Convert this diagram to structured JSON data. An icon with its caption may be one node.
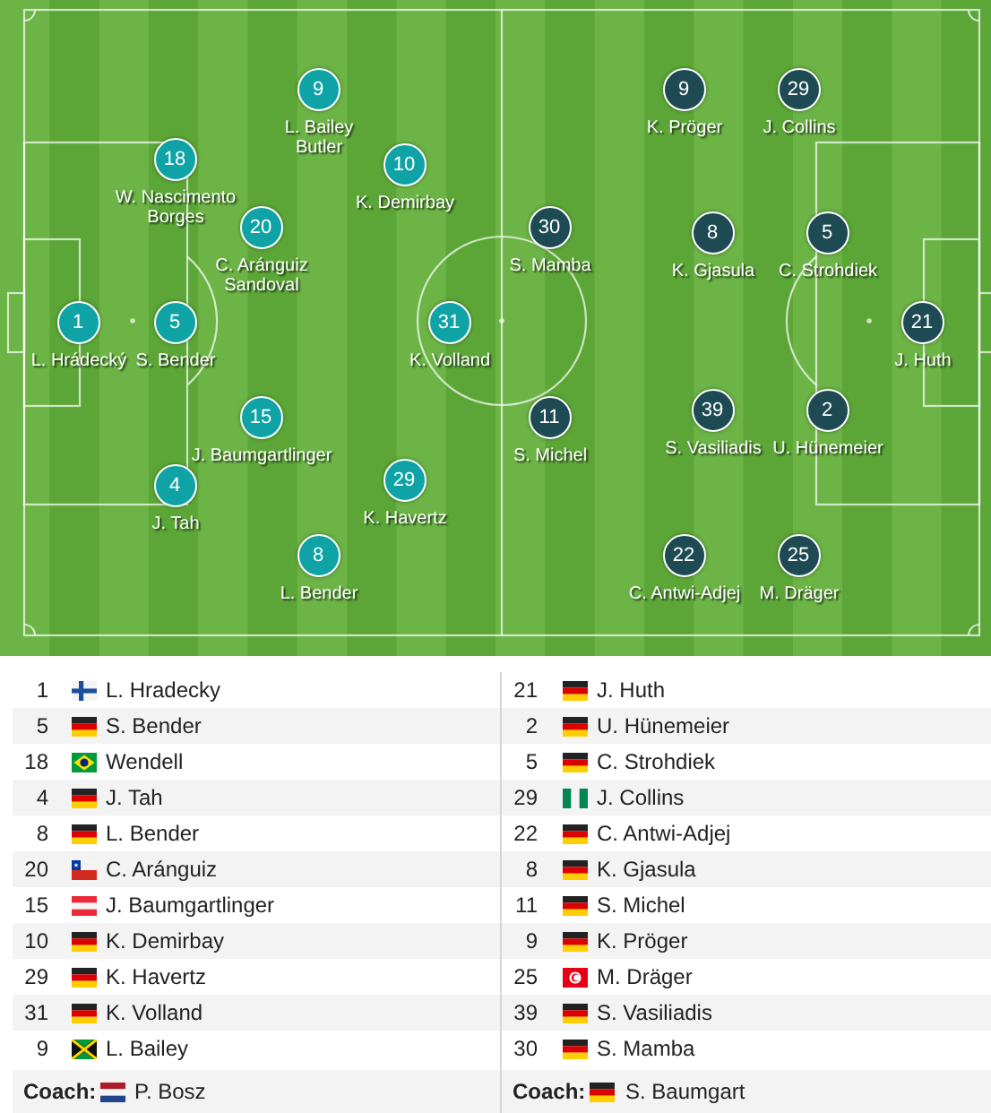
{
  "diagram": {
    "nodes": [
      {
        "text": [
          "1"
        ],
        "beside": [
          "L. Hrádecký"
        ]
      },
      {
        "text": [
          "18"
        ],
        "beside": [
          "W. Nascimento Borges"
        ]
      },
      {
        "text": [
          "5"
        ],
        "beside": [
          "S. Bender"
        ]
      },
      {
        "text": [
          "4"
        ],
        "beside": [
          "J. Tah"
        ]
      },
      {
        "text": [
          "20"
        ],
        "beside": [
          "C. Aránguiz Sandoval"
        ]
      },
      {
        "text": [
          "15"
        ],
        "beside": [
          "J. Baumgartlinger"
        ]
      },
      {
        "text": [
          "9"
        ],
        "beside": [
          "L. Bailey Butler"
        ]
      },
      {
        "text": [
          "8"
        ],
        "beside": [
          "L. Bender"
        ]
      },
      {
        "text": [
          "10"
        ],
        "beside": [
          "K. Demirbay"
        ]
      },
      {
        "text": [
          "29"
        ],
        "beside": [
          "K. Havertz"
        ]
      },
      {
        "text": [
          "31"
        ],
        "beside": [
          "K. Volland"
        ]
      },
      {
        "text": [
          "30"
        ],
        "beside": [
          "S. Mamba"
        ]
      },
      {
        "text": [
          "11"
        ],
        "beside": [
          "S. Michel"
        ]
      },
      {
        "text": [
          "9"
        ],
        "beside": [
          "K. Pröger"
        ]
      },
      {
        "text": [
          "22"
        ],
        "beside": [
          "C. Antwi-Adjej"
        ]
      },
      {
        "text": [
          "8"
        ],
        "beside": [
          "K. Gjasula"
        ]
      },
      {
        "text": [
          "39"
        ],
        "beside": [
          "S. Vasiliadis"
        ]
      },
      {
        "text": [
          "29"
        ],
        "beside": [
          "J. Collins"
        ]
      },
      {
        "text": [
          "25"
        ],
        "beside": [
          "M. Dräger"
        ]
      },
      {
        "text": [
          "5"
        ],
        "beside": [
          "C. Strohdiek"
        ]
      },
      {
        "text": [
          "2"
        ],
        "beside": [
          "U. Hünemeier"
        ]
      },
      {
        "text": [
          "21"
        ],
        "beside": [
          "J. Huth"
        ]
      }
    ],
    "labels": [
      "1",
      "L. Hradecky",
      "21",
      "J. Huth",
      "5",
      "S. Bender",
      "2",
      "U. Hünemeier",
      "18",
      "Wendell",
      "5",
      "C. Strohdiek",
      "4",
      "J. Tah",
      "29",
      "J. Collins",
      "8",
      "L. Bender",
      "22",
      "C. Antwi-Adjej",
      "20",
      "C. Aránguiz",
      "8",
      "K. Gjasula",
      "15",
      "J. Baumgartlinger",
      "11",
      "S. Michel",
      "10",
      "K. Demirbay",
      "9",
      "K. Pröger",
      "29",
      "K. Havertz",
      "25",
      "M. Dräger",
      "31",
      "K. Volland",
      "39",
      "S. Vasiliadis",
      "9",
      "L. Bailey",
      "30",
      "S. Mamba",
      "Coach:",
      "P. Bosz",
      "Coach:",
      "S. Baumgart"
    ]
  }
}
